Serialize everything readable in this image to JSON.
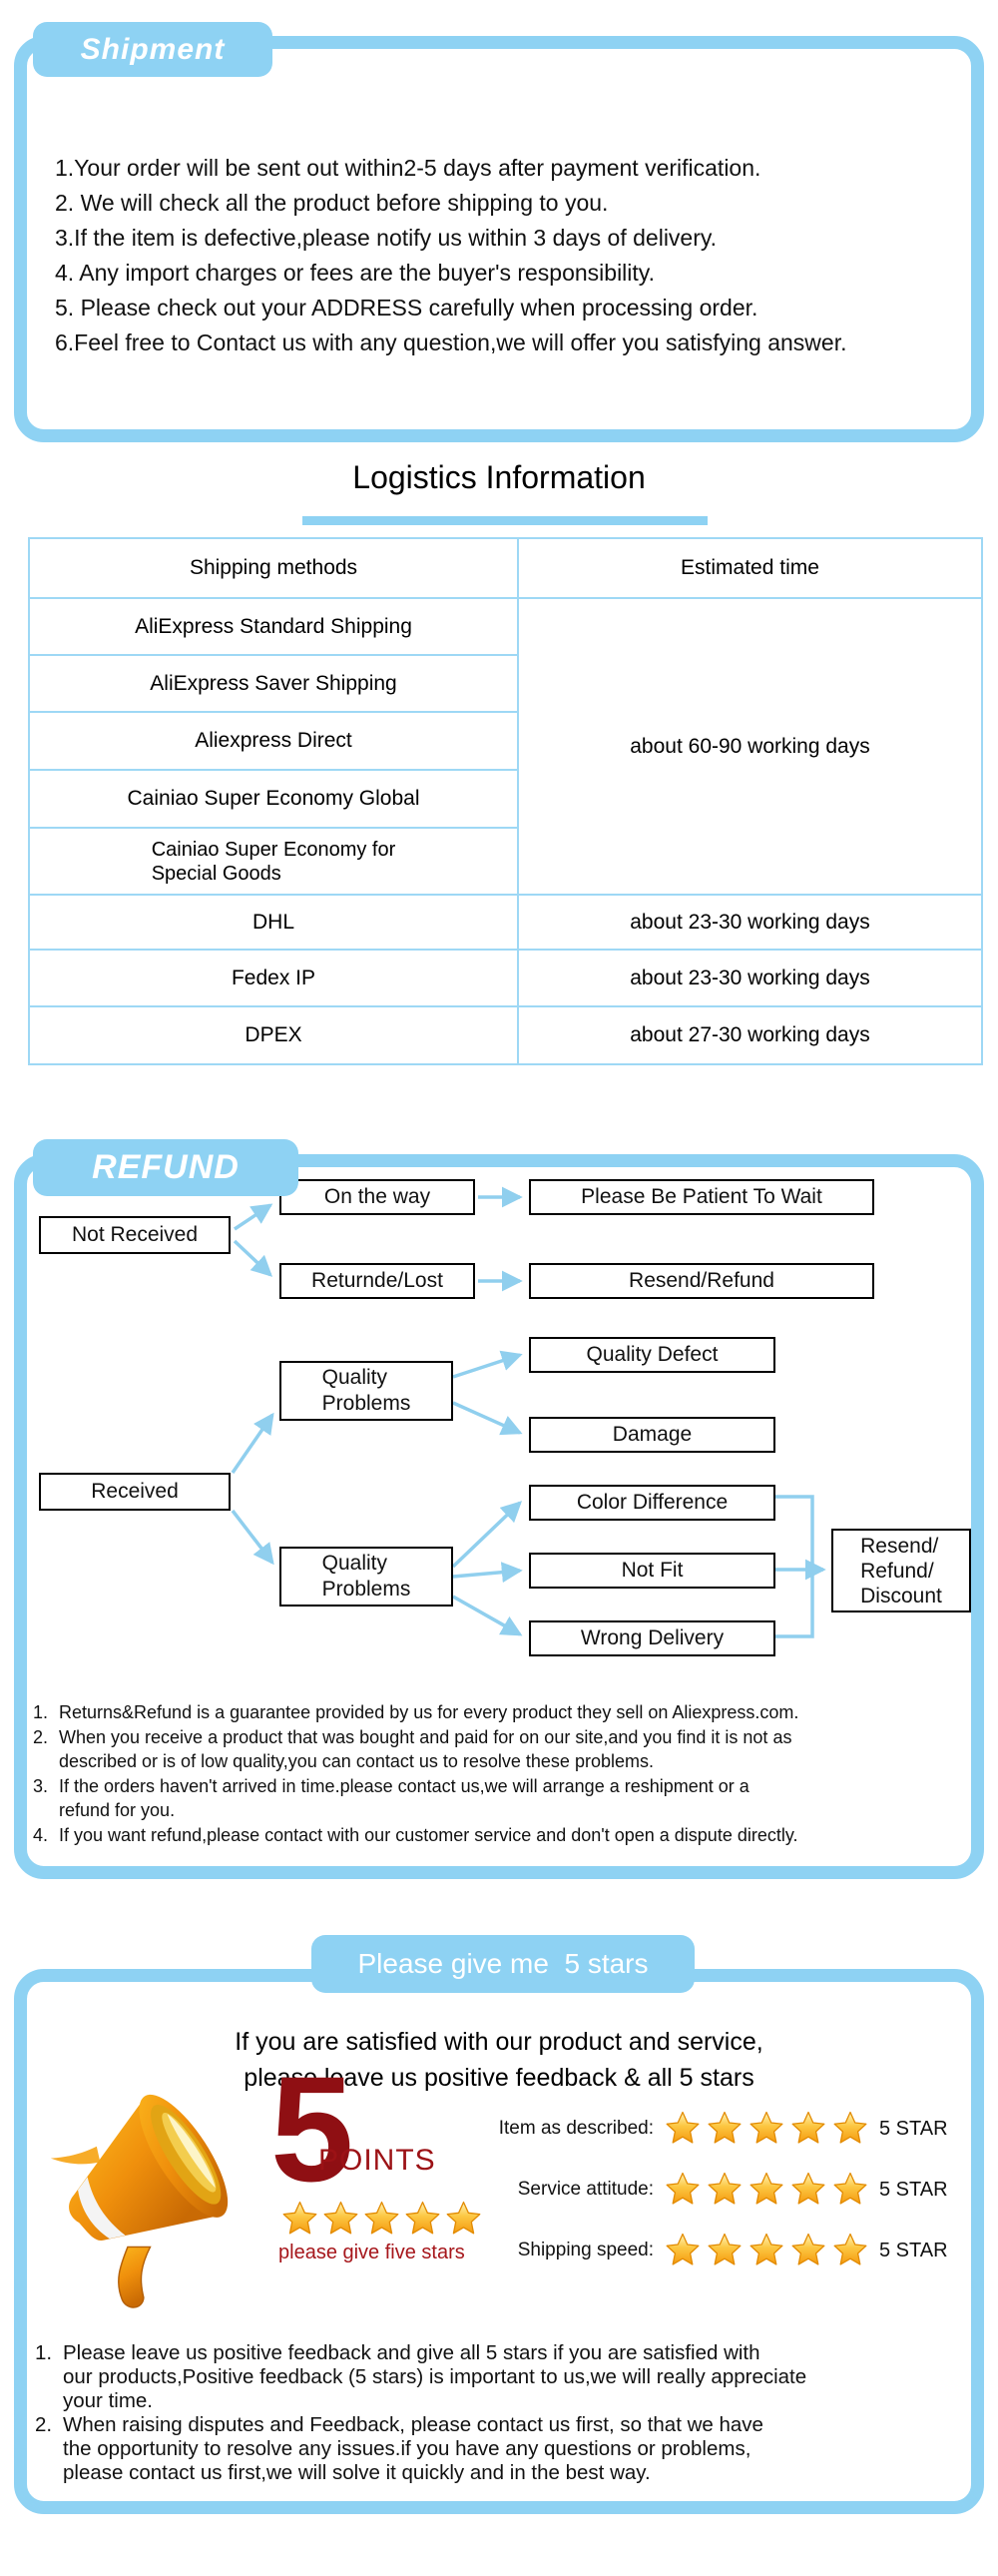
{
  "colors": {
    "accent_blue": "#8ed2f3",
    "arrow_blue": "#90cfee",
    "table_border": "#9ed8f5",
    "star_gold": "#f6a21c",
    "dark_red": "#8f0f13",
    "red": "#a6161b"
  },
  "shipment": {
    "title": "Shipment",
    "items": [
      "1.Your order will be sent out within2-5 days after payment verification.",
      "2. We will check all the product before shipping to you.",
      "3.If the item is defective,please notify us within 3 days of delivery.",
      "4. Any import charges or fees are the buyer's responsibility.",
      "5. Please check out your ADDRESS carefully when processing order.",
      "6.Feel free to Contact us with any question,we will offer you satisfying answer."
    ]
  },
  "logistics": {
    "title": "Logistics Information",
    "headers": [
      "Shipping methods",
      "Estimated time"
    ],
    "grouped_methods": [
      "AliExpress Standard Shipping",
      "AliExpress Saver Shipping",
      "Aliexpress Direct",
      "Cainiao Super Economy Global"
    ],
    "grouped_method_two_line": [
      "Cainiao Super Economy for",
      "Special Goods"
    ],
    "grouped_time": "about 60-90 working days",
    "express_rows": [
      {
        "method": "DHL",
        "time": "about 23-30 working days"
      },
      {
        "method": "Fedex IP",
        "time": "about 23-30 working days"
      },
      {
        "method": "DPEX",
        "time": "about 27-30 working days"
      }
    ]
  },
  "refund": {
    "title": "REFUND",
    "flow": {
      "not_received": "Not Received",
      "on_the_way": "On the way",
      "please_wait": "Please Be Patient To Wait",
      "returned_lost": "Returnde/Lost",
      "resend_refund": "Resend/Refund",
      "received": "Received",
      "quality_problems": [
        "Quality",
        "Problems"
      ],
      "quality_defect": "Quality Defect",
      "damage": "Damage",
      "color_difference": "Color Difference",
      "not_fit": "Not Fit",
      "wrong_delivery": "Wrong Delivery",
      "resend_refund_discount": [
        "Resend/",
        "Refund/",
        "Discount"
      ]
    },
    "notes": [
      {
        "num": "1.",
        "lines": [
          "Returns&Refund is a guarantee provided by us for every product they sell on Aliexpress.com."
        ]
      },
      {
        "num": "2.",
        "lines": [
          "When you receive a product that was bought and paid for on our site,and you find it is not as",
          "described or is of low quality,you can contact us to resolve these problems."
        ]
      },
      {
        "num": "3.",
        "lines": [
          "If the orders haven't arrived in time.please contact us,we will arrange a reshipment or a",
          "refund for you."
        ]
      },
      {
        "num": "4.",
        "lines": [
          "If you want refund,please contact with our customer service and don't open a dispute directly."
        ]
      }
    ]
  },
  "feedback": {
    "tab": "Please give me  5 stars",
    "headline": [
      "If you are satisfied with our product and service,",
      "please leave us positive feedback & all 5 stars"
    ],
    "big_number": "5",
    "points_label": "POINTS",
    "give_five_caption": "please give five stars",
    "stars_per_row": 5,
    "ratings": [
      {
        "label": "Item as described:",
        "suffix": "5 STAR"
      },
      {
        "label": "Service attitude:",
        "suffix": "5 STAR"
      },
      {
        "label": "Shipping speed:",
        "suffix": "5 STAR"
      }
    ],
    "notes": [
      {
        "num": "1.",
        "lines": [
          "Please leave us positive feedback and give all 5 stars if you are satisfied with",
          "our products,Positive feedback (5 stars) is important to us,we will really appreciate",
          "your time."
        ]
      },
      {
        "num": "2.",
        "lines": [
          "When raising disputes and Feedback, please contact us first, so that we have",
          "the opportunity to resolve any issues.if you have any questions or problems,",
          "please contact us first,we will solve it quickly and in the best way."
        ]
      }
    ]
  }
}
